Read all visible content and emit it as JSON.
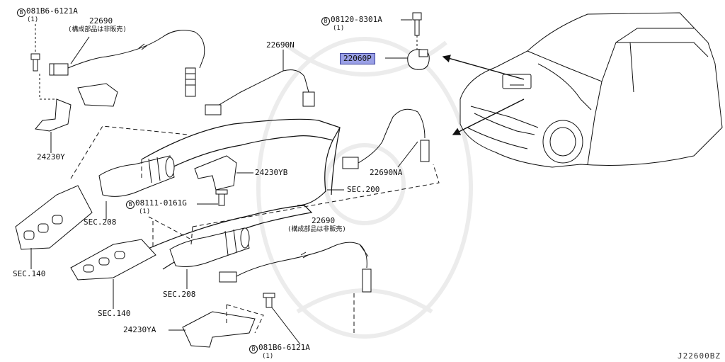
{
  "diagram_code": "J22600BZ",
  "labels": {
    "bolt_top_left": "081B6-6121A",
    "qty_top_left": "(1)",
    "sensor_top": "22690",
    "note_top": "(構成部品は非販売)",
    "bracket_left": "24230Y",
    "sensor_n": "22690N",
    "bolt_knock": "08120-8301A",
    "qty_knock": "(1)",
    "knock_sensor": "22060P",
    "sensor_na": "22690NA",
    "bracket_yb": "24230YB",
    "sec200": "SEC.200",
    "bolt_mid": "08111-0161G",
    "qty_mid": "(1)",
    "sec208_upper": "SEC.208",
    "sensor_lower": "22690",
    "note_lower": "(構成部品は非販売)",
    "sec140_upper": "SEC.140",
    "sec208_lower": "SEC.208",
    "sec140_lower": "SEC.140",
    "bracket_ya": "24230YA",
    "bolt_bottom": "081B6-6121A",
    "qty_bottom": "(1)"
  },
  "bolt_symbol": "B",
  "highlight_color": "#9aa0e6"
}
